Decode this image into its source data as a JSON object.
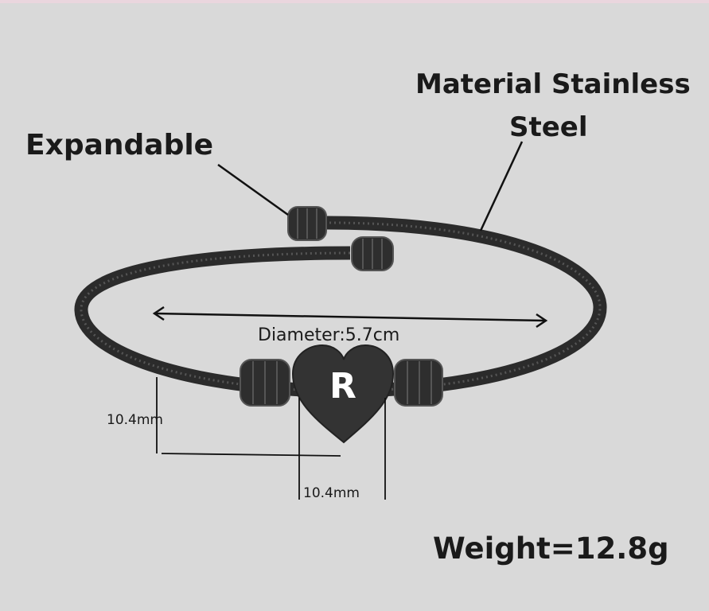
{
  "labels": {
    "expandable": "Expandable",
    "material_line1": "Material Stainless",
    "material_line2": "Steel",
    "diameter": "Diameter:5.7cm",
    "height_dim": "10.4mm",
    "width_dim": "10.4mm",
    "weight": "Weight=12.8g",
    "charm_letter": "R"
  },
  "colors": {
    "background": "#d9d9d9",
    "metal": "#2b2b2b",
    "text": "#1a1a1a"
  }
}
